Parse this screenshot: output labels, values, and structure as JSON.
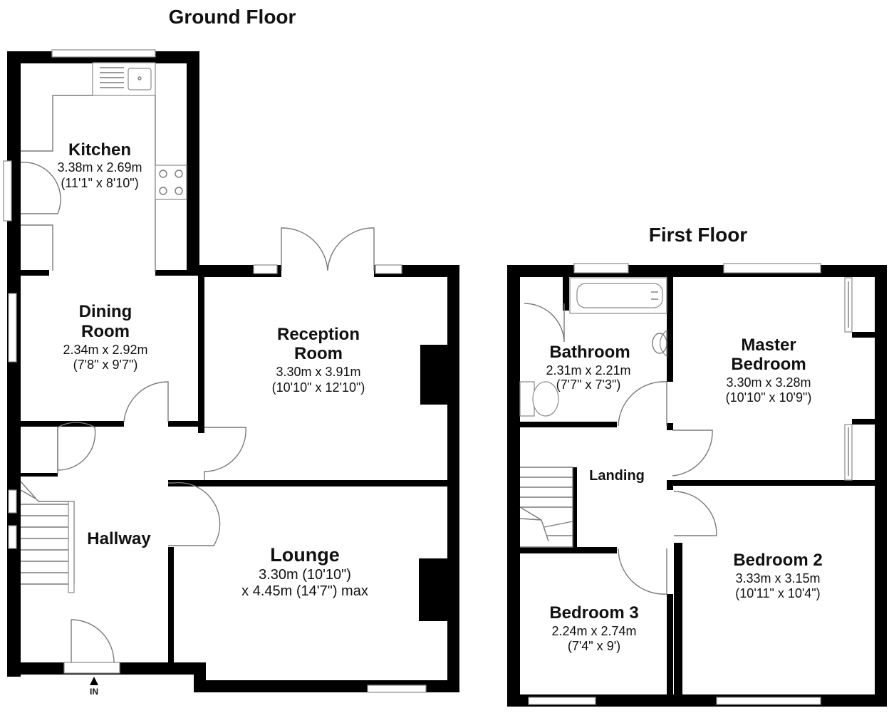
{
  "floors": {
    "ground": {
      "title": "Ground Floor"
    },
    "first": {
      "title": "First Floor"
    }
  },
  "entrance_label": "IN",
  "rooms": {
    "kitchen": {
      "name": "Kitchen",
      "metric": "3.38m x 2.69m",
      "imperial": "(11'1\" x 8'10\")"
    },
    "dining": {
      "name_line1": "Dining",
      "name_line2": "Room",
      "metric": "2.34m x 2.92m",
      "imperial": "(7'8\" x 9'7\")"
    },
    "reception": {
      "name_line1": "Reception",
      "name_line2": "Room",
      "metric": "3.30m x 3.91m",
      "imperial": "(10'10\" x 12'10\")"
    },
    "hallway": {
      "name": "Hallway"
    },
    "lounge": {
      "name": "Lounge",
      "line1": "3.30m (10'10\")",
      "line2": "x 4.45m (14'7\") max"
    },
    "bathroom": {
      "name": "Bathroom",
      "metric": "2.31m x 2.21m",
      "imperial": "(7'7\" x 7'3\")"
    },
    "master": {
      "name_line1": "Master",
      "name_line2": "Bedroom",
      "metric": "3.30m x 3.28m",
      "imperial": "(10'10\" x 10'9\")"
    },
    "landing": {
      "name": "Landing"
    },
    "bedroom2": {
      "name": "Bedroom 2",
      "metric": "3.33m x 3.15m",
      "imperial": "(10'11\" x 10'4\")"
    },
    "bedroom3": {
      "name": "Bedroom 3",
      "metric": "2.24m x 2.74m",
      "imperial": "(7'4\" x 9')"
    }
  }
}
